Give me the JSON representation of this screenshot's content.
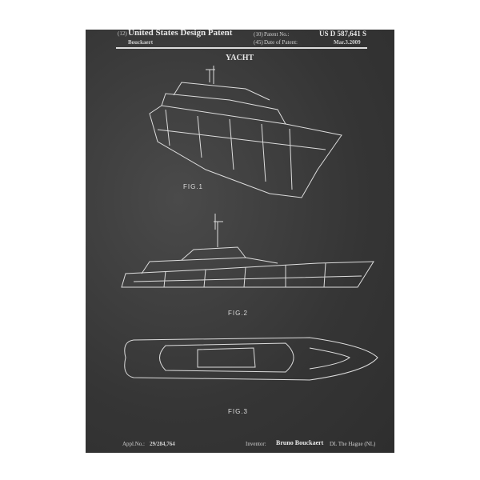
{
  "header": {
    "code12": "(12)",
    "title": "United States Design Patent",
    "code10": "(10)",
    "patent_no_label": "Patent No.:",
    "patent_no": "US D 587,641 S",
    "inventor_short": "Bouckaert",
    "code45": "(45)",
    "date_label": "Date of Patent:",
    "date": "Mar.3.2009"
  },
  "drawing_title": "YACHT",
  "figures": [
    "FIG.1",
    "FIG.2",
    "FIG.3"
  ],
  "footer": {
    "appl_label": "Appl.No.:",
    "appl_no": "29/284,764",
    "inventor_label": "Inventor:",
    "inventor": "Bruno Bouckaert",
    "location": "DL The Hague (NL)"
  },
  "colors": {
    "board": "#3a3a3a",
    "chalk": "#e8e8e8"
  }
}
